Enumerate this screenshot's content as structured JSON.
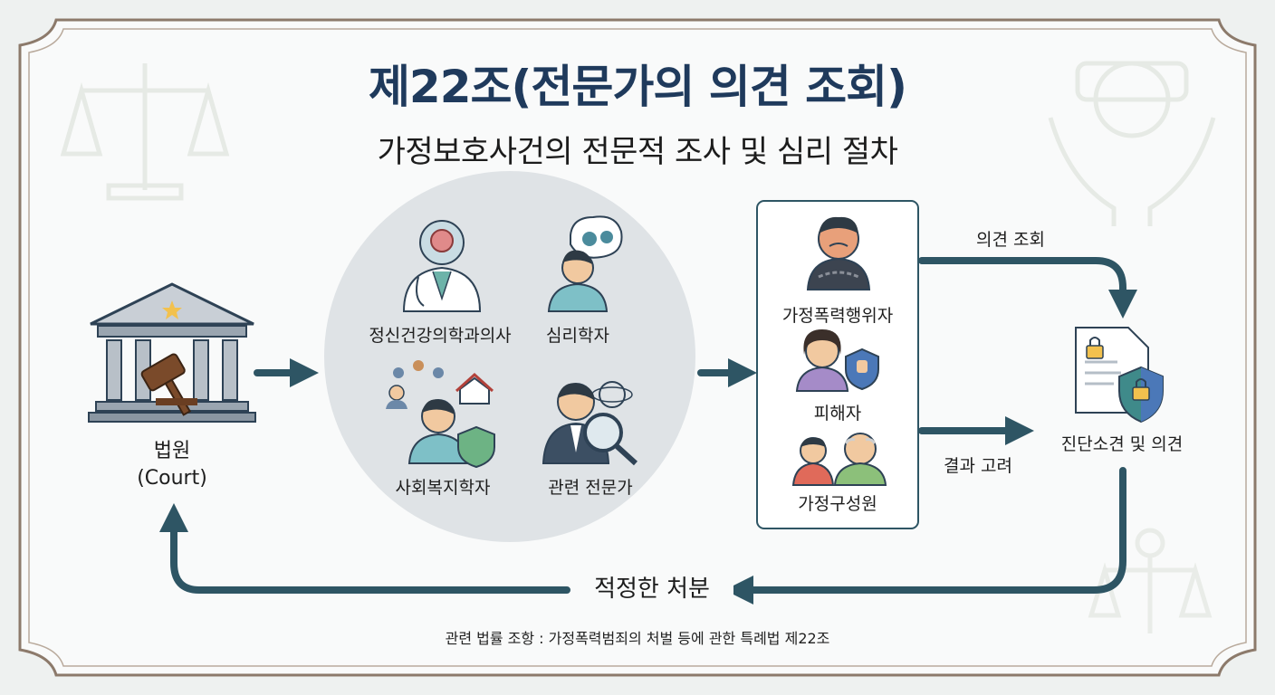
{
  "title": "제22조(전문가의 의견 조회)",
  "subtitle": "가정보호사건의 전문적 조사 및 심리 절차",
  "court": {
    "name": "법원",
    "english": "(Court)"
  },
  "experts": [
    {
      "label": "정신건강의학과의사",
      "icon": "psychiatrist-icon"
    },
    {
      "label": "심리학자",
      "icon": "psychologist-icon"
    },
    {
      "label": "사회복지학자",
      "icon": "social-welfare-scholar-icon"
    },
    {
      "label": "관련 전문가",
      "icon": "related-expert-icon"
    }
  ],
  "parties": [
    {
      "label": "가정폭력행위자",
      "icon": "offender-icon"
    },
    {
      "label": "피해자",
      "icon": "victim-icon"
    },
    {
      "label": "가정구성원",
      "icon": "family-members-icon"
    }
  ],
  "arrows": {
    "opinion_inquiry": "의견 조회",
    "consider_results": "결과 고려",
    "disposition": "적정한 처분"
  },
  "diagnosis": {
    "label": "진단소견 및 의견",
    "icon": "secure-document-icon"
  },
  "footer": "관련 법률 조항 : 가정폭력범죄의 처벌 등에 관한 특례법 제22조",
  "colors": {
    "arrow": "#2e5564",
    "title": "#1f3a5c",
    "border": "#8c7a6b"
  }
}
